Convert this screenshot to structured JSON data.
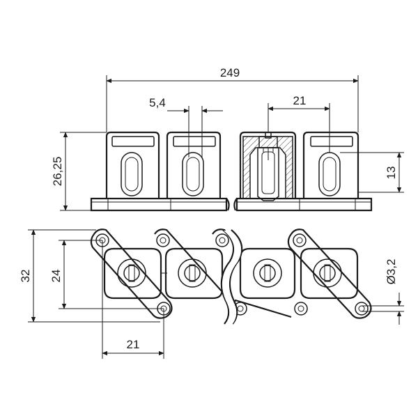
{
  "dimensions": {
    "overall_length": "249",
    "pitch_detail": "5,4",
    "pitch": "21",
    "height": "26,25",
    "inner_height": "13",
    "width_outer": "32",
    "width_inner": "24",
    "pitch_bottom": "21",
    "hole_diameter": "Ø3,2"
  },
  "colors": {
    "line": "#1a1a1a",
    "background": "#ffffff"
  }
}
